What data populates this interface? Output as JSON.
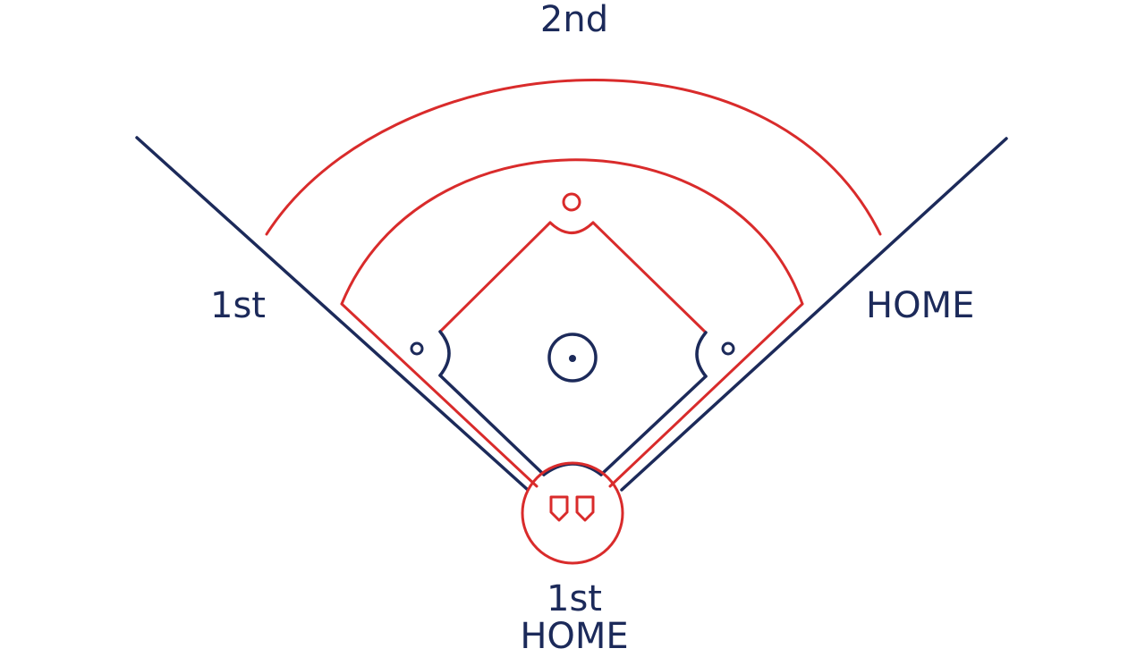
{
  "labels": {
    "top": "2nd",
    "left": "1st",
    "right": "HOME",
    "bottom_line1": "1st",
    "bottom_line2": "HOME"
  },
  "colors": {
    "navy": "#1c2a5a",
    "red": "#d92b2b",
    "background": "#ffffff"
  }
}
